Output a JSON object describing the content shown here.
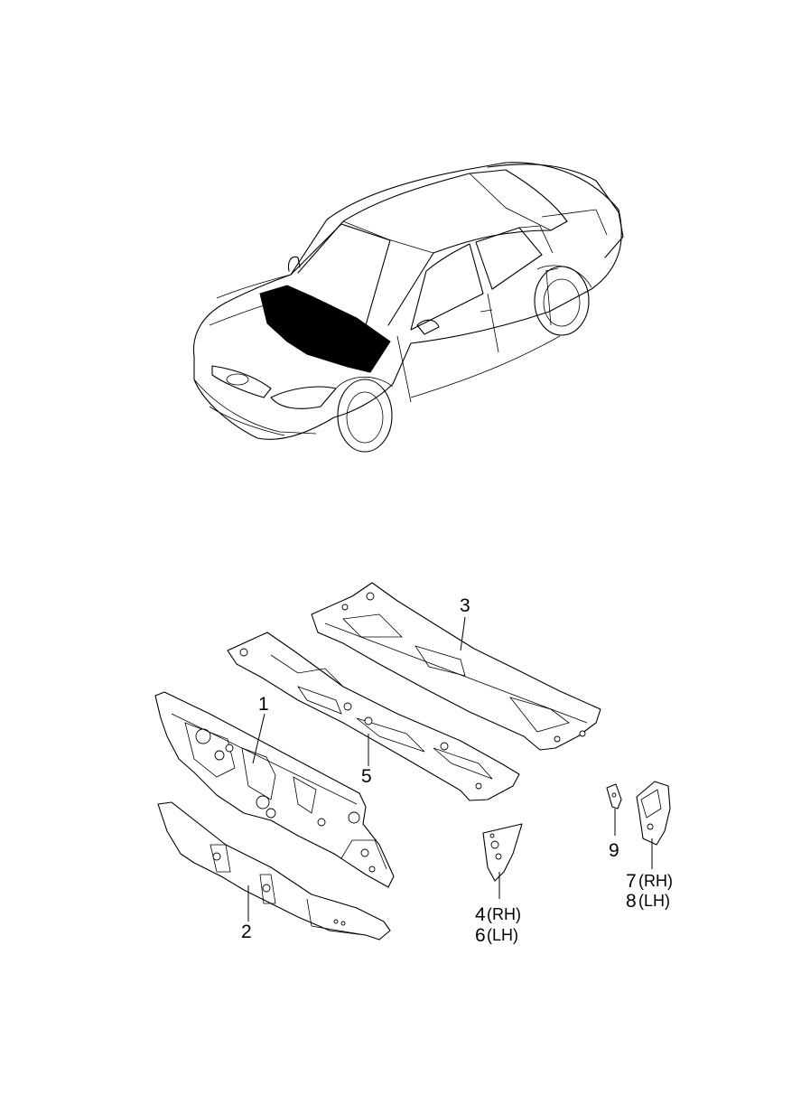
{
  "callouts": {
    "p1": "1",
    "p2": "2",
    "p3": "3",
    "p4_num": "4",
    "p4_side": "(RH)",
    "p5": "5",
    "p6_num": "6",
    "p6_side": "(LH)",
    "p7_num": "7",
    "p7_side": "(RH)",
    "p8_num": "8",
    "p8_side": "(LH)",
    "p9": "9"
  },
  "colors": {
    "line": "#000000",
    "background": "#ffffff",
    "highlight": "#000000"
  }
}
